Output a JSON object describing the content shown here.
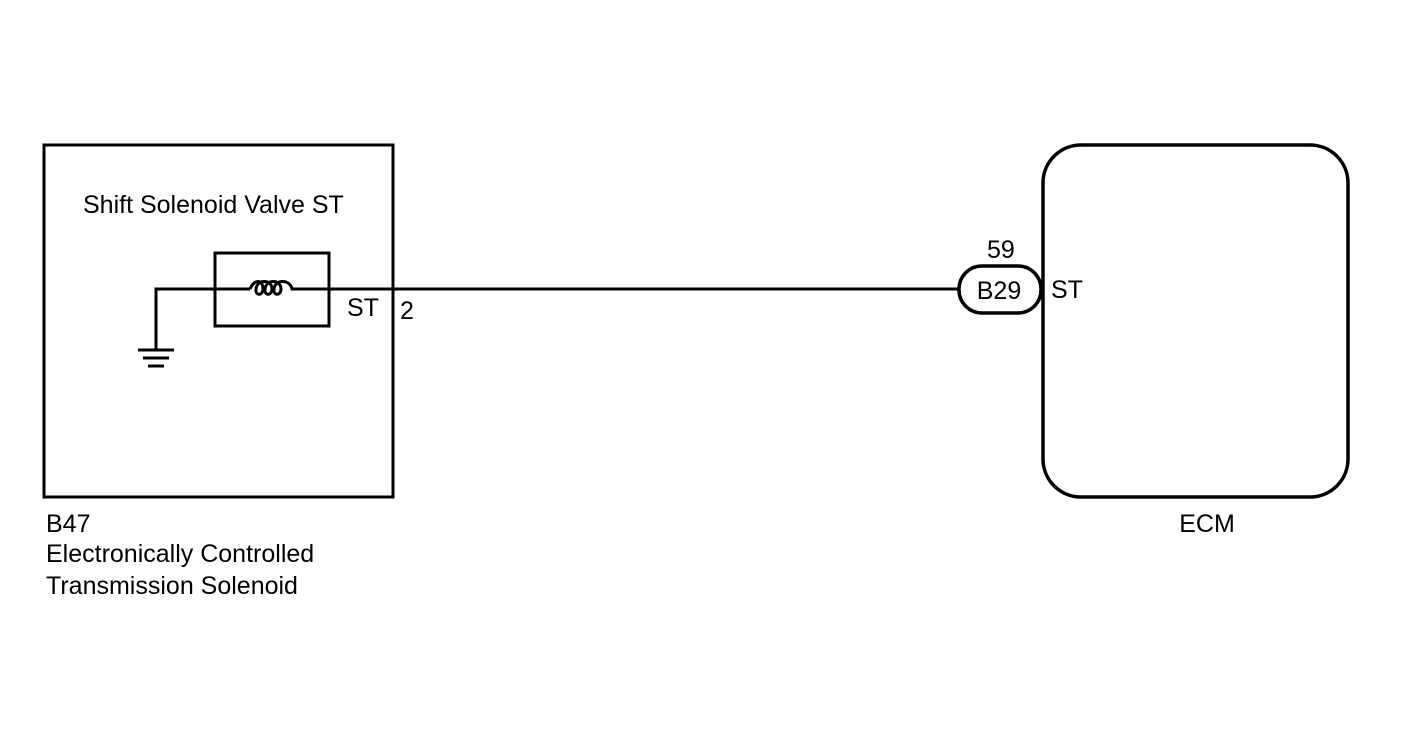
{
  "solenoid_component": {
    "code": "B47",
    "name_line1": "Electronically Controlled",
    "name_line2": "Transmission Solenoid",
    "inner_label": "Shift Solenoid Valve ST",
    "terminal_name": "ST",
    "pin_number": "2"
  },
  "ecm_component": {
    "name": "ECM",
    "terminal_name": "ST",
    "connector_code": "B29",
    "pin_number": "59"
  },
  "colors": {
    "line": "#000000",
    "background": "#ffffff"
  },
  "icons": {
    "ground": "ground-icon",
    "coil": "coil-icon"
  }
}
